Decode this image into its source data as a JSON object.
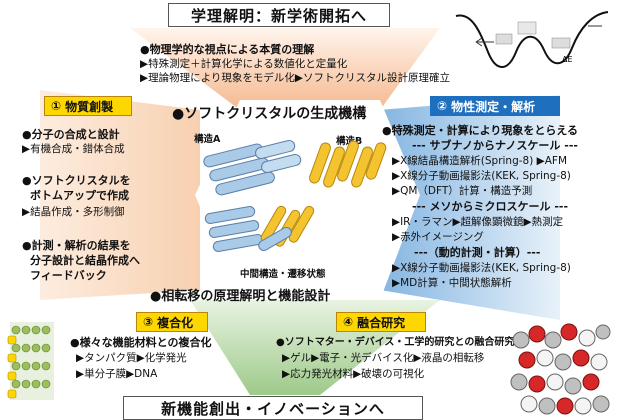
{
  "colors": {
    "orange": "#f4b183",
    "blue": "#6fa8dc",
    "green": "#93c47d",
    "tag_blue": "#1f6fbf",
    "tag_yellow": "#ffd700"
  },
  "top_title": "学理解明：新学術開拓へ",
  "bottom_title": "新機能創出・イノベーションへ",
  "top_section": {
    "lines": [
      "●物理学的な視点による本質の理解",
      "▶特殊測定＋計算化学による数値化と定量化",
      "▶理論物理により現象をモデル化▶ソフトクリスタル設計原理確立"
    ]
  },
  "center": {
    "heading": "●ソフトクリスタルの生成機構",
    "structure_a": "構造A",
    "structure_b": "構造B",
    "intermediate": "中間構造・遷移状態",
    "bottom_heading": "●相転移の原理解明と機能設計"
  },
  "sec1": {
    "tag_num": "①",
    "tag_label": "物質創製",
    "lines": [
      "●分子の合成と設計",
      "▶有機合成・錯体合成",
      "●ソフトクリスタルを",
      "ボトムアップで作成",
      "▶結晶作成・多形制御",
      "●計測・解析の結果を",
      "分子設計と結晶作成へ",
      "フィードバック"
    ]
  },
  "sec2": {
    "tag_num": "②",
    "tag_label": "物性測定・解析",
    "lines": [
      "●特殊測定・計算により現象をとらえる",
      "--- サブナノからナノスケール ---",
      "▶X線結晶構造解析(Spring-8) ▶AFM",
      "▶X線分子動画撮影法(KEK, Spring-8)",
      "▶QM（DFT）計算・構造予測",
      "--- メソからミクロスケール ---",
      "▶IR・ラマン▶超解像顕微鏡▶熱測定",
      "▶赤外イメージング",
      "---（動的計測・計算）---",
      "▶X線分子動画撮影法(KEK, Spring-8)",
      "▶MD計算・中間状態解析"
    ]
  },
  "sec3": {
    "tag_num": "③",
    "tag_label": "複合化",
    "lines": [
      "●様々な機能材料との複合化",
      "▶タンパク質▶化学発光",
      "▶単分子膜▶DNA"
    ]
  },
  "sec4": {
    "tag_num": "④",
    "tag_label": "融合研究",
    "lines": [
      "●ソフトマター・デバイス・工学的研究との融合研究",
      "▶ゲル▶電子・光デバイス化▶液晶の相転移",
      "▶応力発光材料▶破壊の可視化"
    ]
  },
  "energy_plot": {
    "label": "ΔE"
  }
}
